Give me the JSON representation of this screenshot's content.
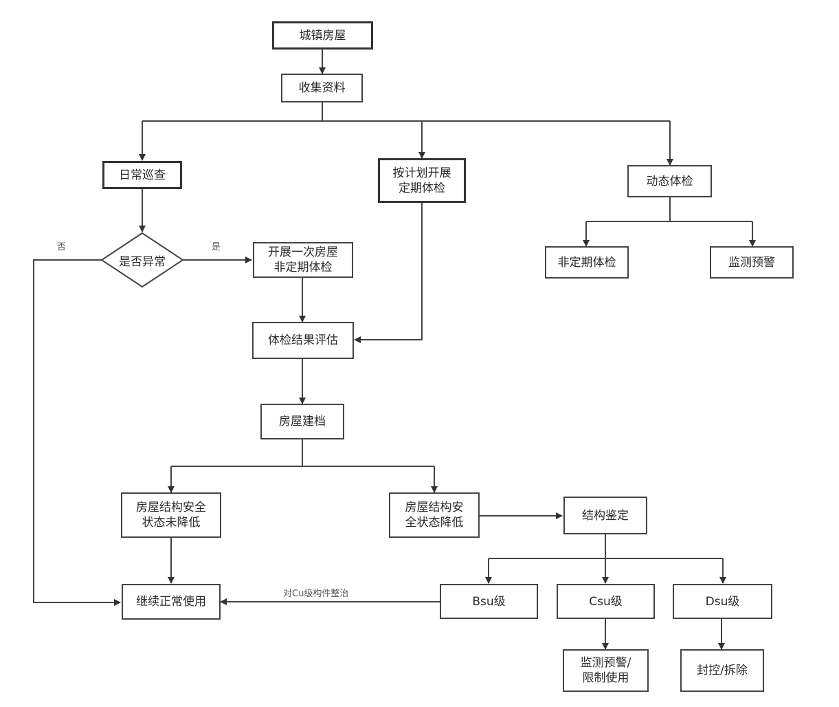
{
  "nodes": {
    "urban_housing": "城镇房屋",
    "collect_data": "收集资料",
    "daily_inspection": "日常巡查",
    "scheduled_checkup": "按计划开展\n定期体检",
    "dynamic_checkup": "动态体检",
    "abnormal_decision": "是否异常",
    "one_time_checkup": "开展一次房屋\n非定期体检",
    "irregular_checkup": "非定期体检",
    "monitoring_warning": "监测预警",
    "result_evaluation": "体检结果评估",
    "housing_archive": "房屋建档",
    "safety_not_reduced": "房屋结构安全\n状态未降低",
    "safety_reduced": "房屋结构安\n全状态降低",
    "structural_appraisal": "结构鉴定",
    "continue_use": "继续正常使用",
    "bsu": "Bsu级",
    "csu": "Csu级",
    "dsu": "Dsu级",
    "monitor_restrict": "监测预警/\n限制使用",
    "seal_demolish": "封控/拆除"
  },
  "edge_labels": {
    "no": "否",
    "yes": "是",
    "cu_repair": "对Cu级构件整治"
  }
}
